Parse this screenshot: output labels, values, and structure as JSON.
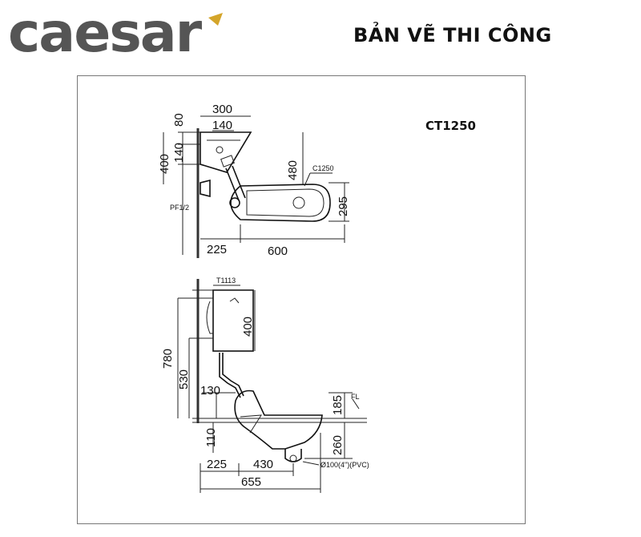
{
  "brand": {
    "logo_text": "caesar",
    "accent_color": "#d4a52a",
    "text_color": "#555555"
  },
  "title": "BẢN VẼ THI CÔNG",
  "model": "CT1250",
  "top_view": {
    "dims": {
      "w300": "300",
      "w140": "140",
      "h80": "80",
      "h140": "140",
      "h400": "400",
      "h480": "480",
      "h295": "295",
      "w225": "225",
      "w600": "600"
    },
    "labels": {
      "bowl": "C1250",
      "valve": "PF1/2"
    }
  },
  "side_view": {
    "dims": {
      "h780": "780",
      "h530": "530",
      "h400": "400",
      "h130": "130",
      "h110": "110",
      "h185": "185",
      "h260": "260",
      "w225": "225",
      "w430": "430",
      "w655": "655"
    },
    "labels": {
      "tank": "T1113",
      "floor": "FL",
      "pipe": "Ø100(4\")(PVC)"
    }
  }
}
